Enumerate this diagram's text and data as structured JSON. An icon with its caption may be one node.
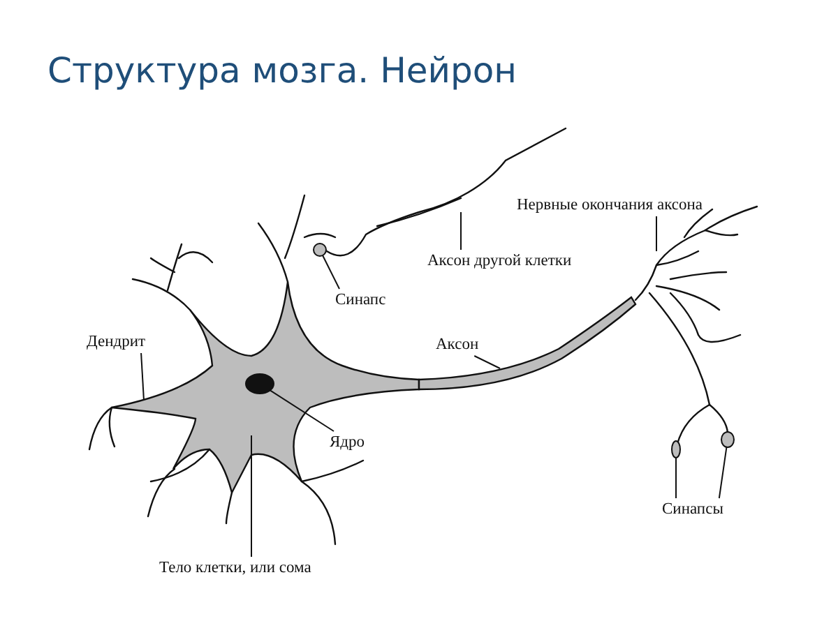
{
  "diagram": {
    "title": "Структура мозга. Нейрон",
    "nodes": [
      {
        "text": [
          "Нервные окончания аксона"
        ]
      },
      {
        "text": [
          "Синапс"
        ]
      },
      {
        "text": [
          "Аксон другой клетки"
        ]
      },
      {
        "text": [
          "Дендрит"
        ]
      },
      {
        "text": [
          "Аксон"
        ]
      },
      {
        "text": [
          "Ядро"
        ]
      },
      {
        "text": [
          "Синапсы"
        ]
      },
      {
        "text": [
          "Тело клетки, или сома"
        ]
      },
      {
        "text": [],
        "shape": "circle"
      },
      {
        "text": [],
        "shape": "circle"
      },
      {
        "text": [],
        "shape": "circle"
      },
      {
        "text": [],
        "shape": "circle"
      }
    ],
    "edges": [
      {
        "from": 0,
        "to": null,
        "arrow": "none"
      },
      {
        "from": 1,
        "to": 9,
        "arrow": "none"
      },
      {
        "from": 2,
        "to": null,
        "arrow": "none"
      },
      {
        "from": 3,
        "to": null,
        "arrow": "none"
      },
      {
        "from": 4,
        "to": null,
        "arrow": "none"
      },
      {
        "from": 5,
        "to": 8,
        "arrow": "none"
      },
      {
        "from": 6,
        "to": 10,
        "arrow": "none"
      },
      {
        "from": 6,
        "to": 11,
        "arrow": "none"
      },
      {
        "from": 7,
        "to": null,
        "arrow": "none"
      }
    ]
  }
}
